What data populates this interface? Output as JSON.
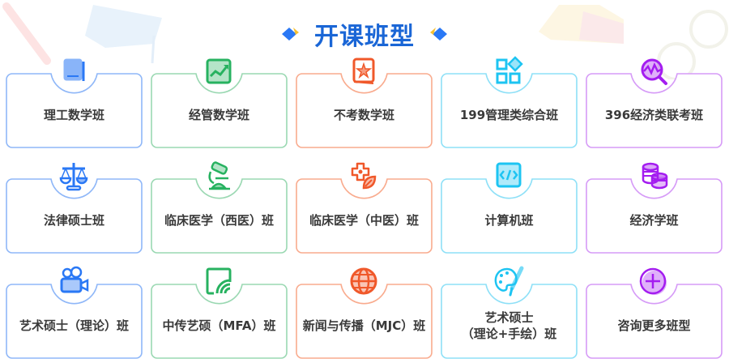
{
  "header": {
    "title": "开课班型"
  },
  "colors": {
    "blue": "#2a78f5",
    "green": "#27b260",
    "orange": "#f0582a",
    "cyan": "#1dc4f2",
    "purple": "#a41df0",
    "text": "#3a3a3a",
    "title": "#1a66d6"
  },
  "courses": [
    {
      "label": "理工数学班",
      "icon": "book-icon",
      "color": "blue"
    },
    {
      "label": "经管数学班",
      "icon": "trend-chart-icon",
      "color": "green"
    },
    {
      "label": "不考数学班",
      "icon": "star-book-icon",
      "color": "orange"
    },
    {
      "label": "199管理类综合班",
      "icon": "apps-grid-icon",
      "color": "cyan"
    },
    {
      "label": "396经济类联考班",
      "icon": "search-pulse-icon",
      "color": "purple"
    },
    {
      "label": "法律硕士班",
      "icon": "scales-icon",
      "color": "blue"
    },
    {
      "label": "临床医学（西医）班",
      "icon": "microscope-icon",
      "color": "green"
    },
    {
      "label": "临床医学（中医）班",
      "icon": "herb-flower-icon",
      "color": "orange"
    },
    {
      "label": "计算机班",
      "icon": "code-icon",
      "color": "cyan"
    },
    {
      "label": "经济学班",
      "icon": "coins-icon",
      "color": "purple"
    },
    {
      "label": "艺术硕士（理论）班",
      "icon": "video-camera-icon",
      "color": "blue"
    },
    {
      "label": "中传艺硕（MFA）班",
      "icon": "broadcast-icon",
      "color": "green"
    },
    {
      "label": "新闻与传播（MJC）班",
      "icon": "globe-icon",
      "color": "orange"
    },
    {
      "label_line1": "艺术硕士",
      "label_line2": "（理论+手绘）班",
      "icon": "palette-icon",
      "color": "cyan"
    },
    {
      "label": "咨询更多班型",
      "icon": "plus-circle-icon",
      "color": "purple"
    }
  ]
}
